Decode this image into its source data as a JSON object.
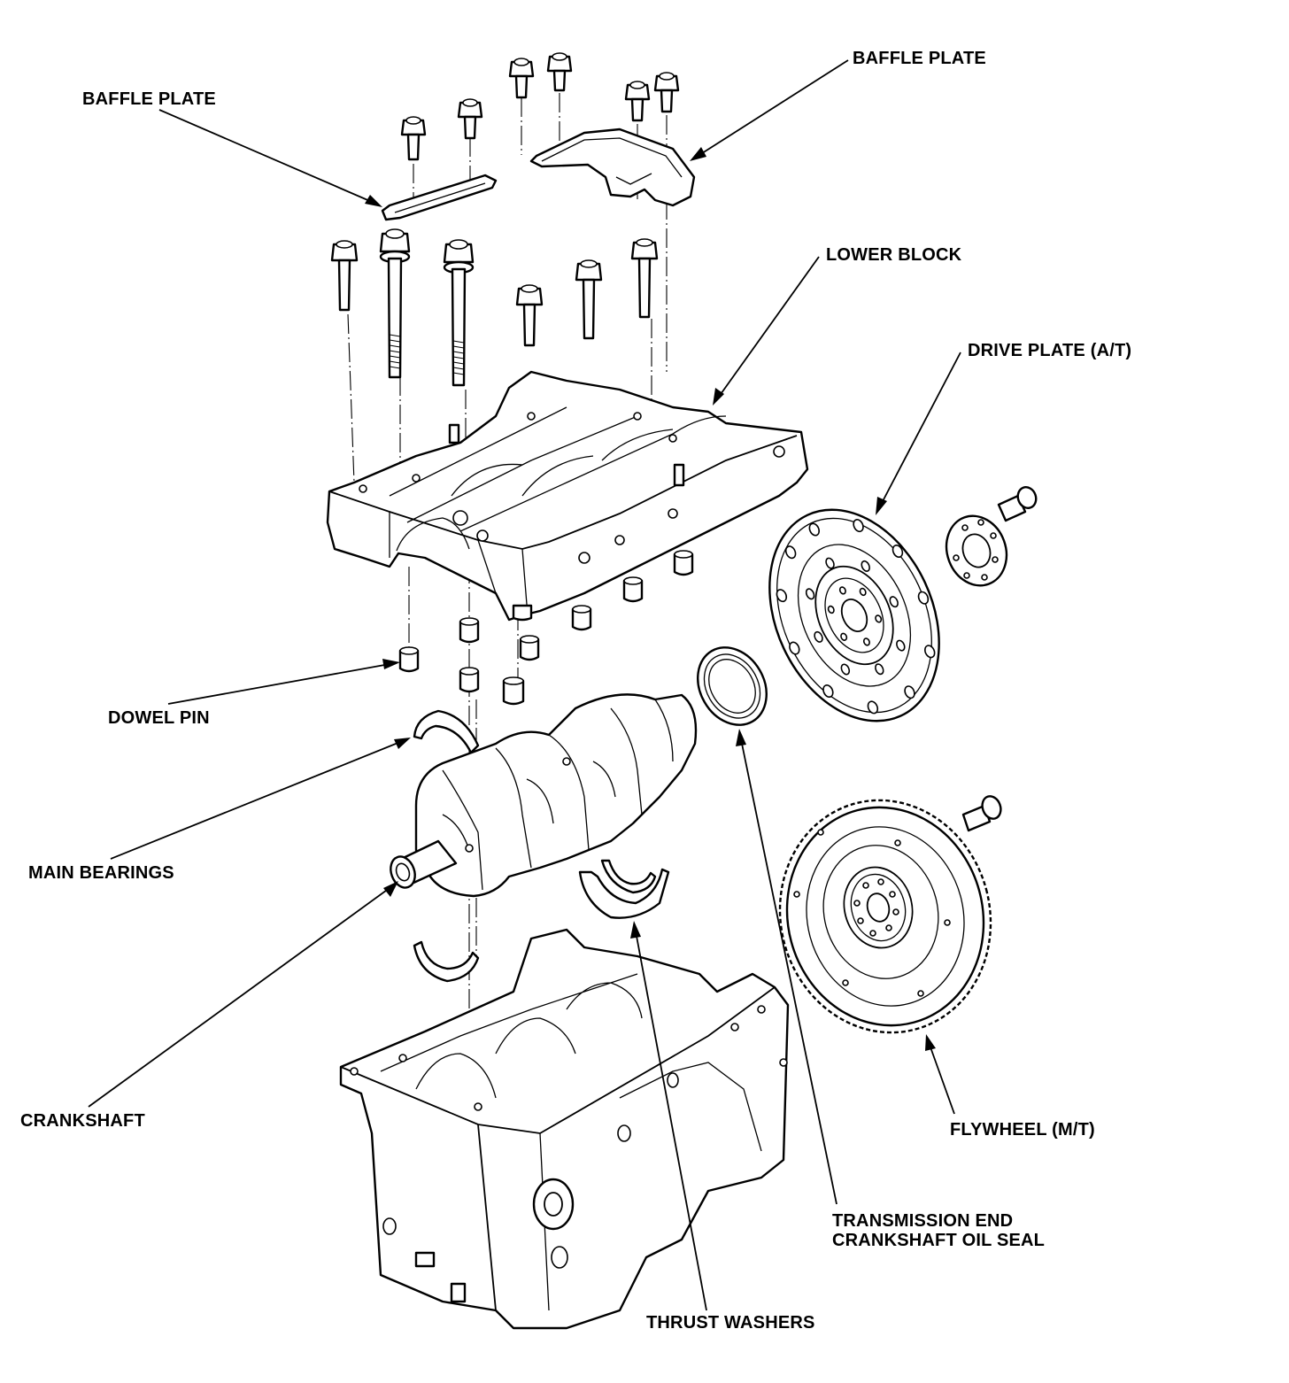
{
  "diagram": {
    "type": "exploded-view parts diagram",
    "subject": "engine lower block / crankshaft assembly",
    "labels": {
      "baffle_plate_left": "BAFFLE PLATE",
      "baffle_plate_right": "BAFFLE PLATE",
      "lower_block": "LOWER BLOCK",
      "drive_plate": "DRIVE PLATE (A/T)",
      "dowel_pin": "DOWEL PIN",
      "main_bearings": "MAIN BEARINGS",
      "crankshaft": "CRANKSHAFT",
      "flywheel": "FLYWHEEL (M/T)",
      "oil_seal_line1": "TRANSMISSION END",
      "oil_seal_line2": "CRANKSHAFT OIL SEAL",
      "thrust_washers": "THRUST WASHERS"
    },
    "colors": {
      "ink": "#000000",
      "paper": "#ffffff"
    }
  }
}
